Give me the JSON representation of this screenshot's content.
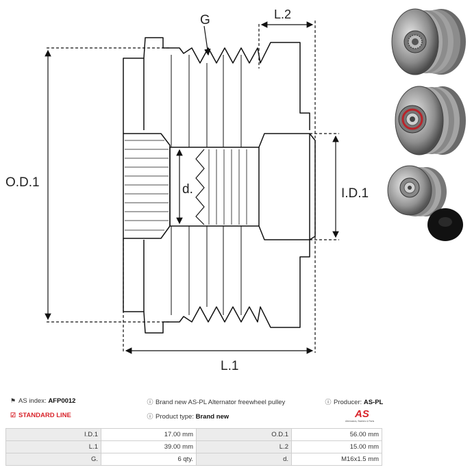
{
  "drawing": {
    "label_g": "G",
    "label_l2": "L.2",
    "label_od1": "O.D.1",
    "label_d": "d.",
    "label_id1": "I.D.1",
    "label_l1": "L.1"
  },
  "photos": [
    {
      "icon": "pulley-photo-front"
    },
    {
      "icon": "pulley-photo-side"
    },
    {
      "icon": "pulley-photo-with-cap"
    }
  ],
  "info": {
    "as_index_label": "AS index:",
    "as_index_value": "AFP0012",
    "description": "Brand new AS-PL Alternator freewheel pulley",
    "producer_label": "Producer:",
    "producer_value": "AS-PL",
    "standard_line": "STANDARD LINE",
    "product_type_label": "Product type:",
    "product_type_value": "Brand new",
    "accent_color": "#d8232a"
  },
  "logo": {
    "text": "AS",
    "tagline": "Alternators, Starters & Parts"
  },
  "specs": {
    "rows": [
      {
        "l1": "I.D.1",
        "v1": "17.00 mm",
        "l2": "O.D.1",
        "v2": "56.00 mm"
      },
      {
        "l1": "L.1",
        "v1": "39.00 mm",
        "l2": "L.2",
        "v2": "15.00 mm"
      },
      {
        "l1": "G.",
        "v1": "6 qty.",
        "l2": "d.",
        "v2": "M16x1.5 mm"
      }
    ]
  }
}
